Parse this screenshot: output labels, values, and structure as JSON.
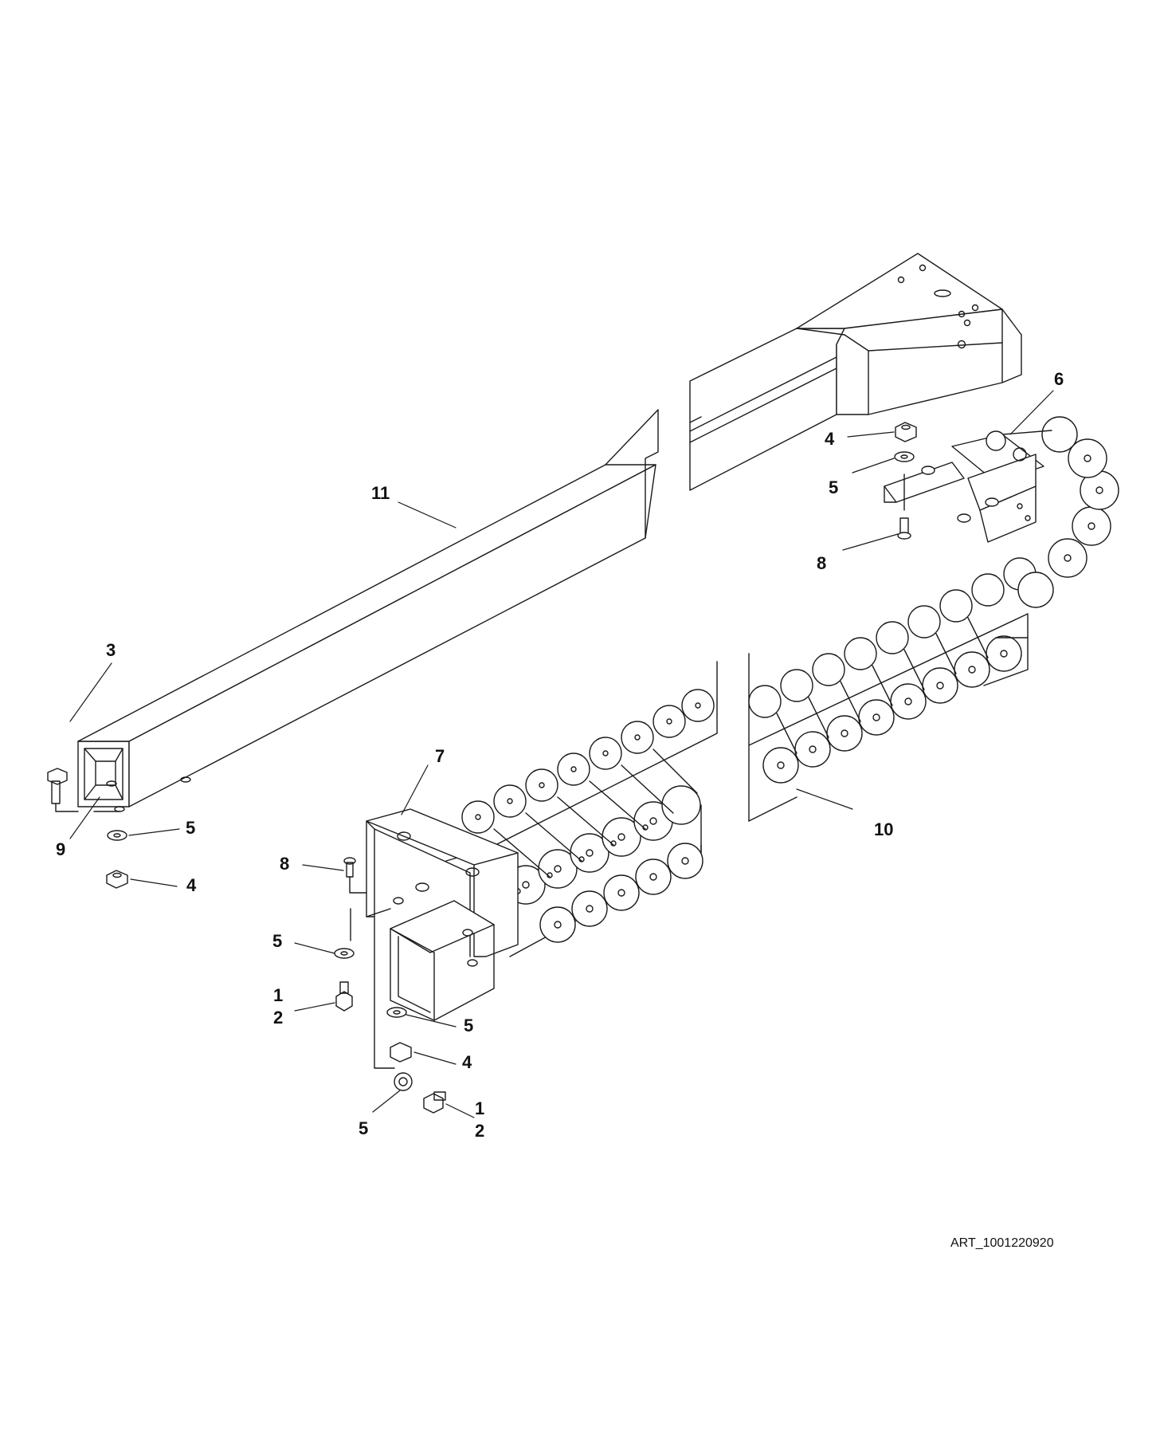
{
  "callouts": {
    "c11": "11",
    "c3": "3",
    "c9": "9",
    "c5_left": "5",
    "c4_left": "4",
    "c7": "7",
    "c8_left": "8",
    "c5_mid": "5",
    "c1_mid": "1",
    "c2_mid": "2",
    "c5_right_low": "5",
    "c4_low": "4",
    "c5_bottom": "5",
    "c1_bottom": "1",
    "c2_bottom": "2",
    "c6": "6",
    "c4_top": "4",
    "c5_top": "5",
    "c8_top": "8",
    "c10": "10"
  },
  "art_code": "ART_1001220920",
  "colors": {
    "line": "#1a1a1a",
    "background": "#ffffff"
  }
}
